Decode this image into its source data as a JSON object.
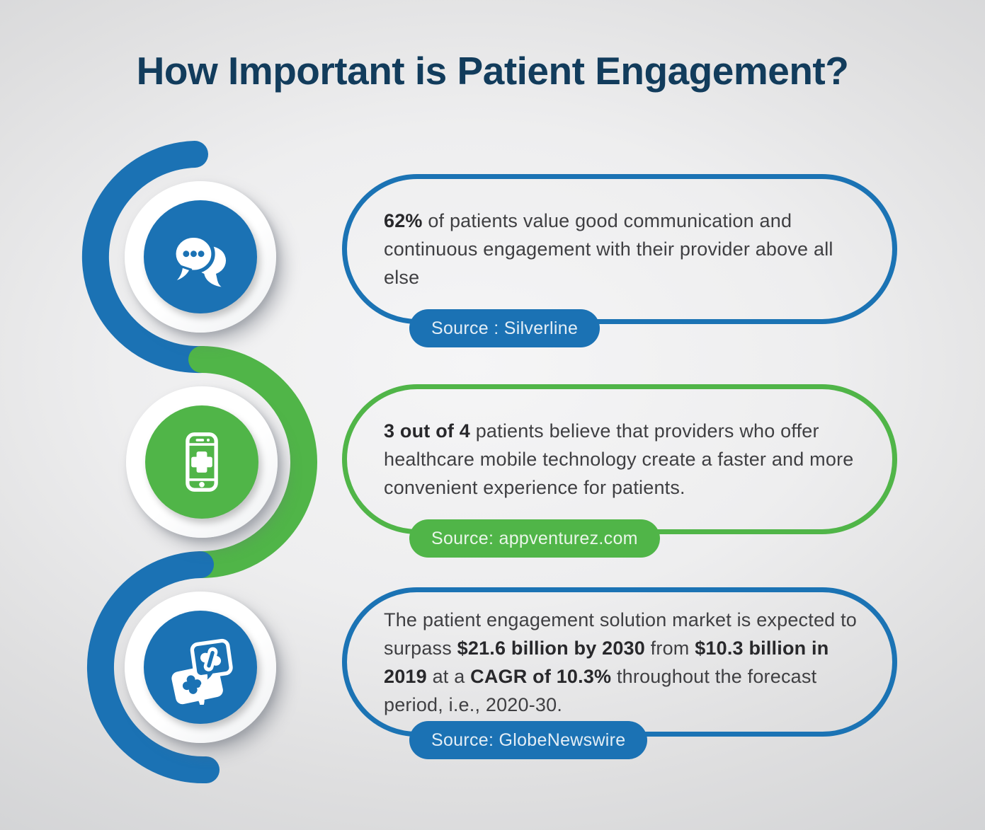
{
  "title": "How Important is Patient Engagement?",
  "colors": {
    "blue": "#1b72b4",
    "green": "#50b548",
    "navy_title": "#123c5c",
    "body_text": "#3f3f42",
    "background": "#d9dadb"
  },
  "sections": [
    {
      "name": "communication",
      "accent": "blue",
      "icon": "chat-bubbles-icon",
      "segments": [
        {
          "t": "62%",
          "b": true
        },
        {
          "t": " of patients value good communication and continuous engagement with their provider above all else",
          "b": false
        }
      ],
      "source_label": "Source : Silverline"
    },
    {
      "name": "mobile-technology",
      "accent": "green",
      "icon": "medical-phone-icon",
      "segments": [
        {
          "t": "3 out of 4",
          "b": true
        },
        {
          "t": " patients believe that providers who offer healthcare mobile technology create a faster and more convenient experience for patients.",
          "b": false
        }
      ],
      "source_label": "Source: appventurez.com"
    },
    {
      "name": "market-growth",
      "accent": "blue",
      "icon": "medical-chat-icon",
      "segments": [
        {
          "t": "The patient engagement solution market is expected to surpass ",
          "b": false
        },
        {
          "t": "$21.6 billion by 2030",
          "b": true
        },
        {
          "t": " from ",
          "b": false
        },
        {
          "t": "$10.3 billion in 2019",
          "b": true
        },
        {
          "t": " at a ",
          "b": false
        },
        {
          "t": "CAGR of 10.3%",
          "b": true
        },
        {
          "t": " throughout the forecast period, i.e., 2020-30.",
          "b": false
        }
      ],
      "source_label": "Source: GlobeNewswire"
    }
  ]
}
